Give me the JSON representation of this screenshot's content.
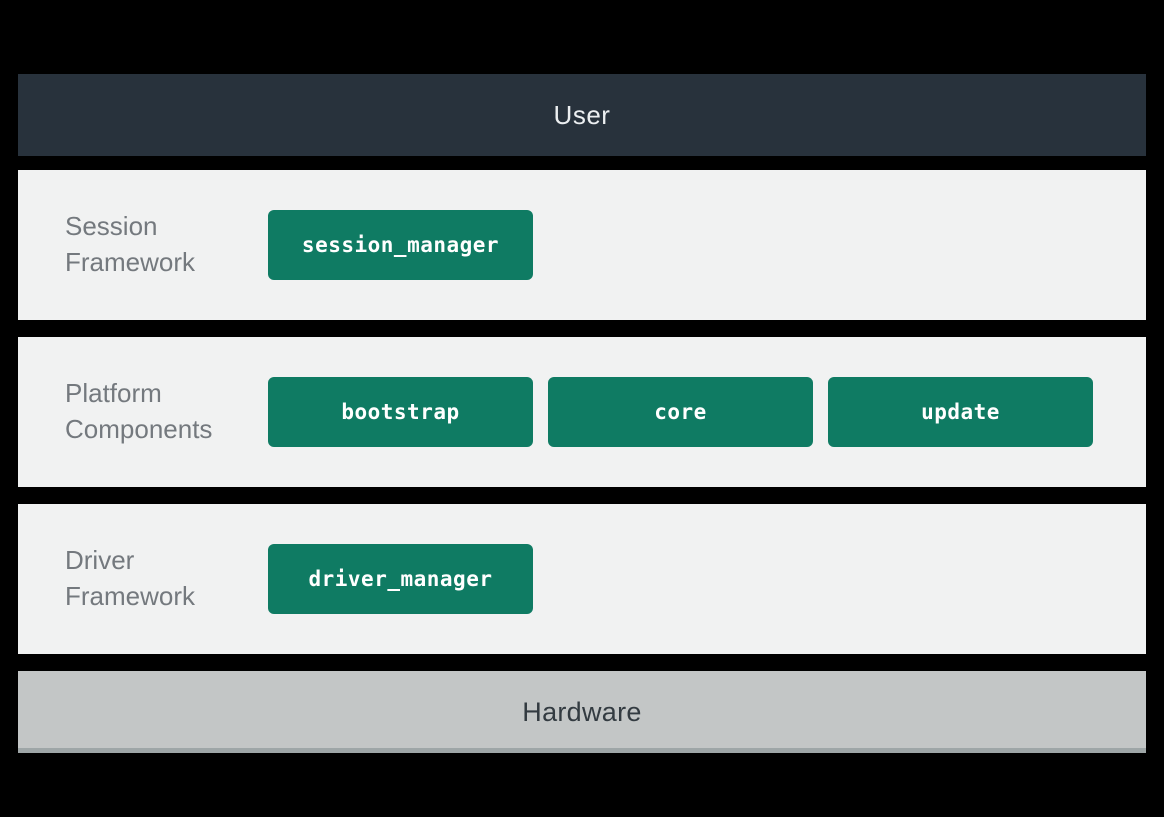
{
  "diagram": {
    "top_bar": {
      "label": "User"
    },
    "layers": [
      {
        "label": "Session Framework",
        "modules": [
          "session_manager"
        ]
      },
      {
        "label": "Platform Components",
        "modules": [
          "bootstrap",
          "core",
          "update"
        ]
      },
      {
        "label": "Driver Framework",
        "modules": [
          "driver_manager"
        ]
      }
    ],
    "bottom_bar": {
      "label": "Hardware"
    },
    "colors": {
      "background": "#000000",
      "user_bar_bg": "#28323c",
      "user_bar_text": "#eceff1",
      "layer_bg": "#f1f2f2",
      "layer_label_text": "#74797e",
      "module_bg": "#0f7b63",
      "module_text": "#ffffff",
      "hardware_bg": "#c3c6c6",
      "hardware_text": "#333b41"
    }
  }
}
